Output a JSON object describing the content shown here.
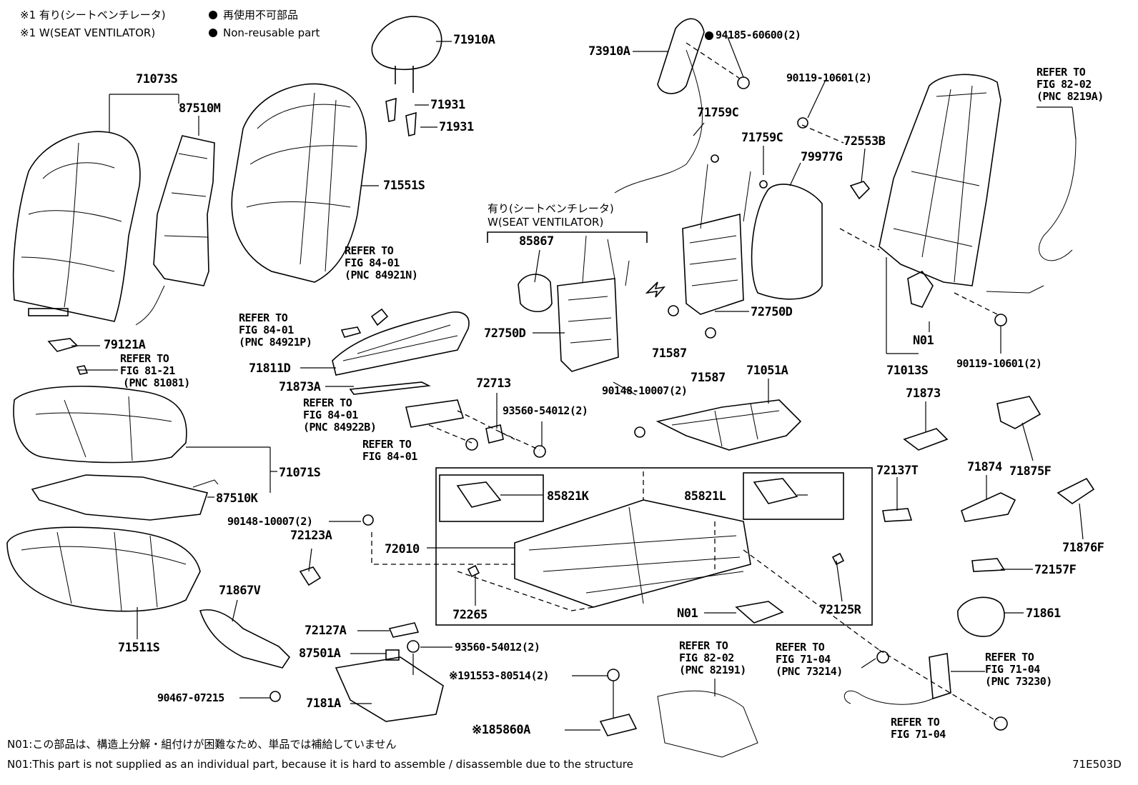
{
  "legend": {
    "note_jp": "※1 有り(シートベンチレータ)",
    "note_en": "※1 W(SEAT VENTILATOR)",
    "nonreuse_jp": "再使用不可部品",
    "nonreuse_en": "Non-reusable part"
  },
  "parts": {
    "p71910A": "71910A",
    "p71931a": "71931",
    "p71931b": "71931",
    "p73910A": "73910A",
    "p94185": "94185-60600(2)",
    "p90119a": "90119-10601(2)",
    "p71073S": "71073S",
    "p87510M": "87510M",
    "p71551S": "71551S",
    "p71759Ca": "71759C",
    "p71759Cb": "71759C",
    "p79977G": "79977G",
    "p72553B": "72553B",
    "p85867": "85867",
    "p72750Da": "72750D",
    "p72750Db": "72750D",
    "p79121A": "79121A",
    "p71811D": "71811D",
    "p71873A": "71873A",
    "p71587a": "71587",
    "p71587b": "71587",
    "p90148a": "90148-10007(2)",
    "p71051A": "71051A",
    "pN01a": "N01",
    "p71013S": "71013S",
    "p90119b": "90119-10601(2)",
    "p72713": "72713",
    "p93560a": "93560-54012(2)",
    "p71873": "71873",
    "p71875F": "71875F",
    "p71874": "71874",
    "p71071S": "71071S",
    "p87510K": "87510K",
    "p85821K": "85821K",
    "p85821L": "85821L",
    "p72137T": "72137T",
    "p71876F": "71876F",
    "p90148b": "90148-10007(2)",
    "p72123A": "72123A",
    "p72010": "72010",
    "p72157F": "72157F",
    "p72265": "72265",
    "pN01b": "N01",
    "p72125R": "72125R",
    "p71861": "71861",
    "p71867V": "71867V",
    "p71511S": "71511S",
    "p72127A": "72127A",
    "p87501A": "87501A",
    "p93560b": "93560-54012(2)",
    "p90467": "90467-07215",
    "p7181A": "7181A",
    "p91553": "※191553-80514(2)",
    "p85860A": "※185860A"
  },
  "refs": {
    "r1": [
      "REFER TO",
      "FIG 84-01",
      "(PNC 84921N)"
    ],
    "r2": [
      "REFER TO",
      "FIG 84-01",
      "(PNC 84921P)"
    ],
    "r3": [
      "REFER TO",
      "FIG 81-21",
      "(PNC 81081)"
    ],
    "r4": [
      "REFER TO",
      "FIG 84-01",
      "(PNC 84922B)"
    ],
    "r5": [
      "REFER TO",
      "FIG 84-01"
    ],
    "r6": [
      "REFER TO",
      "FIG 82-02",
      "(PNC 8219A)"
    ],
    "r7": [
      "REFER TO",
      "FIG 82-02",
      "(PNC 82191)"
    ],
    "r8": [
      "REFER TO",
      "FIG 71-04",
      "(PNC 73214)"
    ],
    "r9": [
      "REFER TO",
      "FIG 71-04",
      "(PNC 73230)"
    ],
    "r10": [
      "REFER TO",
      "FIG 71-04"
    ]
  },
  "ventilator": {
    "jp": "有り(シートベンチレータ)",
    "en": "W(SEAT VENTILATOR)"
  },
  "footer": {
    "jp": "N01:この部品は、構造上分解・組付けが困難なため、単品では補給していません",
    "en": "N01:This part is not supplied as an individual part, because it is hard to assemble / disassemble due to the structure",
    "code": "71E503D"
  }
}
